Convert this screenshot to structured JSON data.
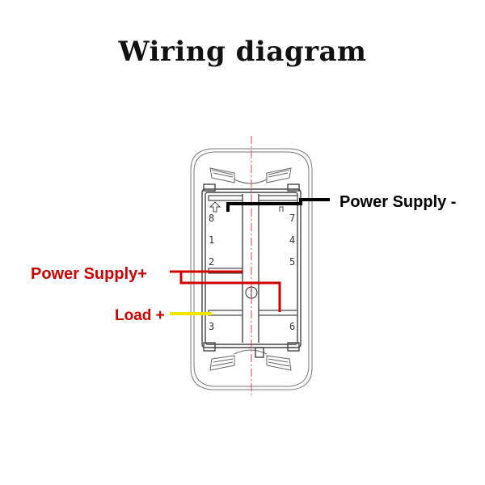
{
  "title": "Wiring diagram",
  "labels": {
    "power_supply_minus": "Power Supply -",
    "power_supply_plus": "Power Supply+",
    "load_plus": "Load +"
  },
  "pins": [
    "8",
    "7",
    "1",
    "4",
    "2",
    "5",
    "3",
    "6"
  ],
  "colors": {
    "negative": "#000000",
    "positive": "#d00000",
    "load": "#f2e600",
    "outline": "#555555",
    "centerline": "#e04040"
  }
}
